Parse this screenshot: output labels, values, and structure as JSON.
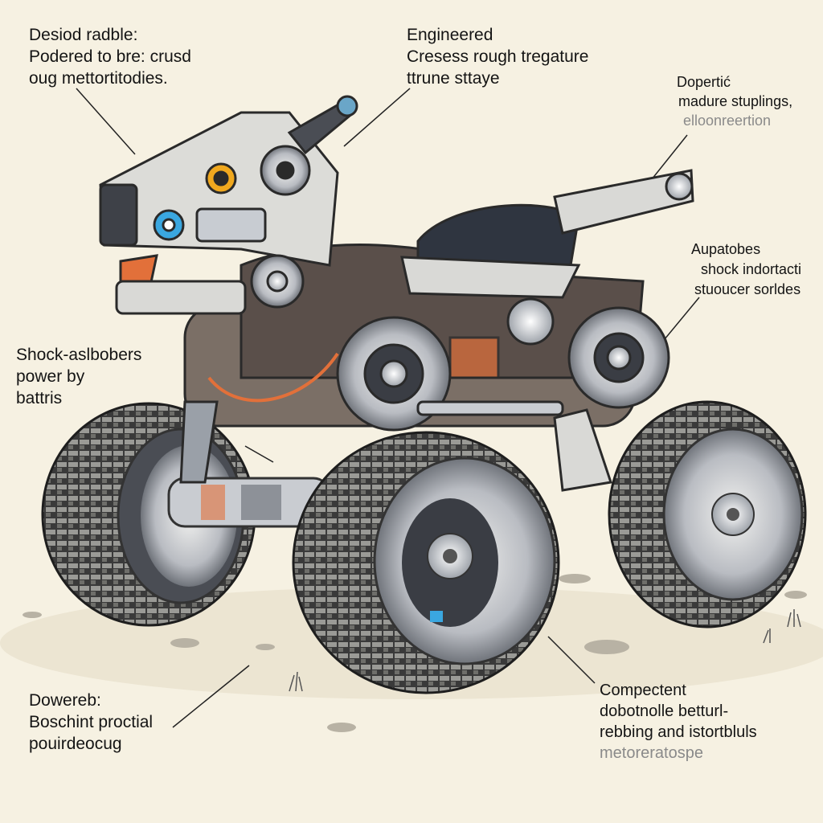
{
  "labels": {
    "top_left": [
      "Desiod radble:",
      "Podered to bre: crusd",
      "oug mettortitodies."
    ],
    "top_center": [
      "Engineered",
      "Cresess rough tregature",
      "ttrune sttaye"
    ],
    "top_right": [
      "Dopertić",
      "madure stuplings,",
      "elloonreertion"
    ],
    "right_mid": [
      "Aupatobes",
      "shock indortacti",
      "stuoucer sorldes"
    ],
    "left_mid": [
      "Shock-aslbobers",
      "power by",
      "battris"
    ],
    "bottom_left": [
      "Dowereb:",
      "Boschint proctial",
      "pouirdeocug"
    ],
    "bottom_right": [
      "Compectent",
      "dobotnolle betturl-",
      "rebbing and istortbluls",
      "metoreratospe"
    ]
  },
  "colors": {
    "background": "#f6f1e2",
    "body_metal": "#d9d9d6",
    "tire": "#2b2b2b",
    "accent_orange": "#e2703a",
    "accent_blue": "#3aa7e0",
    "seat": "#2f3540"
  }
}
